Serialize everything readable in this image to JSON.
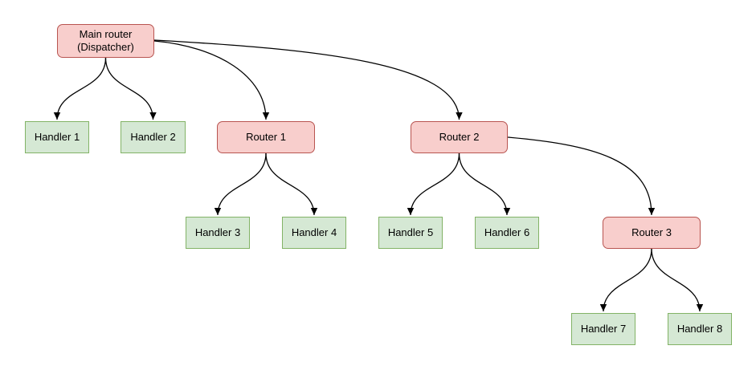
{
  "diagram": {
    "nodes": [
      {
        "id": "main-router",
        "label": "Main router (Dispatcher)",
        "type": "router"
      },
      {
        "id": "handler-1",
        "label": "Handler 1",
        "type": "handler"
      },
      {
        "id": "handler-2",
        "label": "Handler 2",
        "type": "handler"
      },
      {
        "id": "router-1",
        "label": "Router 1",
        "type": "router"
      },
      {
        "id": "router-2",
        "label": "Router 2",
        "type": "router"
      },
      {
        "id": "handler-3",
        "label": "Handler 3",
        "type": "handler"
      },
      {
        "id": "handler-4",
        "label": "Handler 4",
        "type": "handler"
      },
      {
        "id": "handler-5",
        "label": "Handler 5",
        "type": "handler"
      },
      {
        "id": "handler-6",
        "label": "Handler 6",
        "type": "handler"
      },
      {
        "id": "router-3",
        "label": "Router 3",
        "type": "router"
      },
      {
        "id": "handler-7",
        "label": "Handler 7",
        "type": "handler"
      },
      {
        "id": "handler-8",
        "label": "Handler 8",
        "type": "handler"
      }
    ],
    "edges": [
      {
        "from": "main-router",
        "to": "handler-1"
      },
      {
        "from": "main-router",
        "to": "handler-2"
      },
      {
        "from": "main-router",
        "to": "router-1"
      },
      {
        "from": "main-router",
        "to": "router-2"
      },
      {
        "from": "router-1",
        "to": "handler-3"
      },
      {
        "from": "router-1",
        "to": "handler-4"
      },
      {
        "from": "router-2",
        "to": "handler-5"
      },
      {
        "from": "router-2",
        "to": "handler-6"
      },
      {
        "from": "router-2",
        "to": "router-3"
      },
      {
        "from": "router-3",
        "to": "handler-7"
      },
      {
        "from": "router-3",
        "to": "handler-8"
      }
    ],
    "colors": {
      "router_fill": "#f8cecc",
      "router_border": "#b85450",
      "handler_fill": "#d5e8d4",
      "handler_border": "#82b366",
      "edge": "#000000",
      "text": "#000000",
      "background": "#ffffff"
    }
  }
}
